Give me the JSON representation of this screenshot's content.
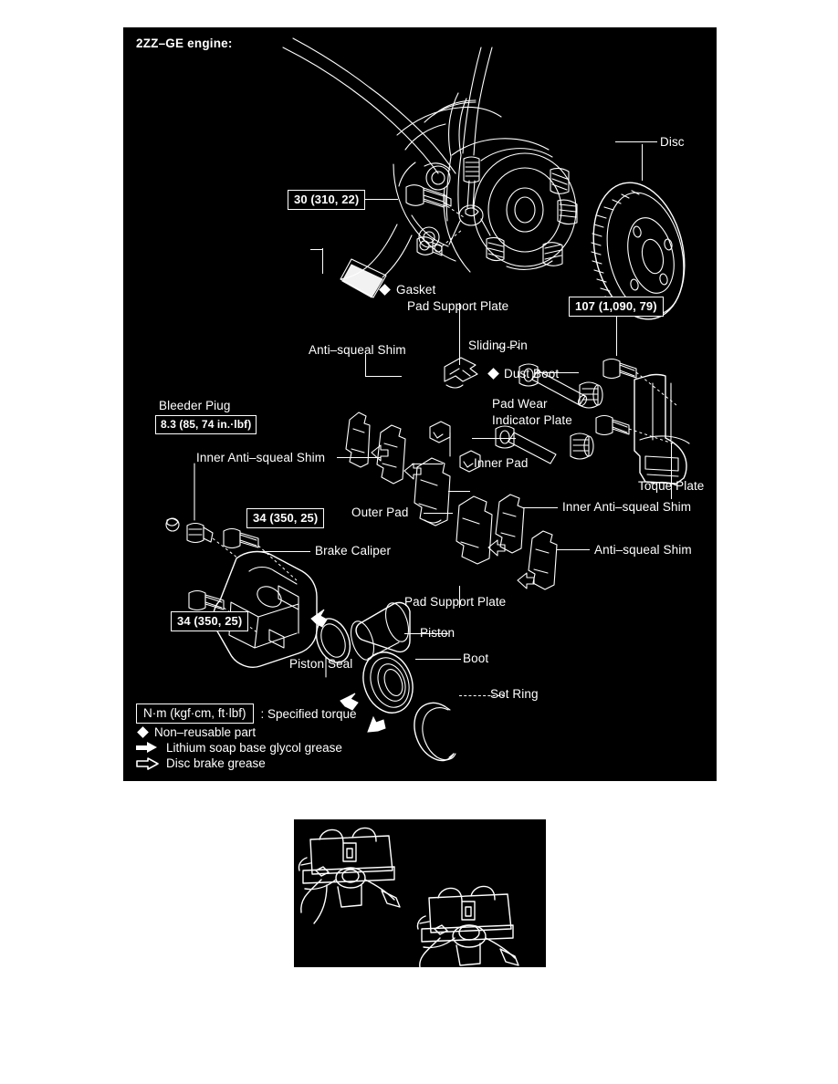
{
  "document": {
    "type": "automotive-service-manual-exploded-view",
    "page_background": "#ffffff",
    "panel_background": "#000000",
    "line_color": "#ffffff"
  },
  "main_panel": {
    "title": "2ZZ–GE engine:",
    "torque_callouts": [
      {
        "id": "brake-hose-union-bolt",
        "text": "30 (310, 22)"
      },
      {
        "id": "torque-plate-bolt",
        "text": "107 (1,090, 79)"
      },
      {
        "id": "bleeder-plug",
        "text": "8.3 (85, 74 in.·lbf)"
      },
      {
        "id": "sliding-pin-bolt-upper",
        "text": "34 (350, 25)"
      },
      {
        "id": "sliding-pin-bolt-lower",
        "text": "34 (350, 25)"
      }
    ],
    "labels": [
      {
        "id": "disc",
        "text": "Disc"
      },
      {
        "id": "gasket",
        "text": "Gasket",
        "marker": "diamond"
      },
      {
        "id": "bleeder-plug",
        "text": "Bleeder Piug"
      },
      {
        "id": "pad-support-plate-top",
        "text": "Pad Support Plate"
      },
      {
        "id": "anti-squeal-shim-left",
        "text": "Anti–squeal Shim"
      },
      {
        "id": "sliding-pin",
        "text": "Sliding Pin"
      },
      {
        "id": "dust-boot",
        "text": "Dust Boot",
        "marker": "diamond"
      },
      {
        "id": "pad-wear-indicator-plate",
        "text": "Pad Wear\nIndicator Plate"
      },
      {
        "id": "pad-wear-indicator-plate-line1",
        "text": "Pad Wear"
      },
      {
        "id": "pad-wear-indicator-plate-line2",
        "text": "Indicator Plate"
      },
      {
        "id": "inner-anti-squeal-shim-left",
        "text": "Inner Anti–squeal Shim"
      },
      {
        "id": "inner-pad",
        "text": "Inner Pad"
      },
      {
        "id": "outer-pad",
        "text": "Outer Pad"
      },
      {
        "id": "torque-plate",
        "text": "Toque Plate"
      },
      {
        "id": "inner-anti-squeal-shim-right",
        "text": "Inner Anti–squeal Shim"
      },
      {
        "id": "anti-squeal-shim-right",
        "text": "Anti–squeal Shim"
      },
      {
        "id": "brake-caliper",
        "text": "Brake Caliper"
      },
      {
        "id": "pad-support-plate-bottom",
        "text": "Pad Support Plate"
      },
      {
        "id": "piston",
        "text": "Piston"
      },
      {
        "id": "piston-seal",
        "text": "Piston Seal"
      },
      {
        "id": "boot",
        "text": "Boot"
      },
      {
        "id": "set-ring",
        "text": "Set Ring"
      }
    ],
    "legend": {
      "torque_unit_box": "N·m (kgf·cm, ft·lbf)",
      "torque_unit_meaning": ": Specified torque",
      "non_reusable": "Non–reusable part",
      "lithium_grease": "Lithium soap base glycol grease",
      "disc_brake_grease": "Disc brake grease"
    }
  },
  "bottom_panel": {
    "caption": "",
    "description": "Two photo-style line illustrations of a caliper assembly"
  }
}
